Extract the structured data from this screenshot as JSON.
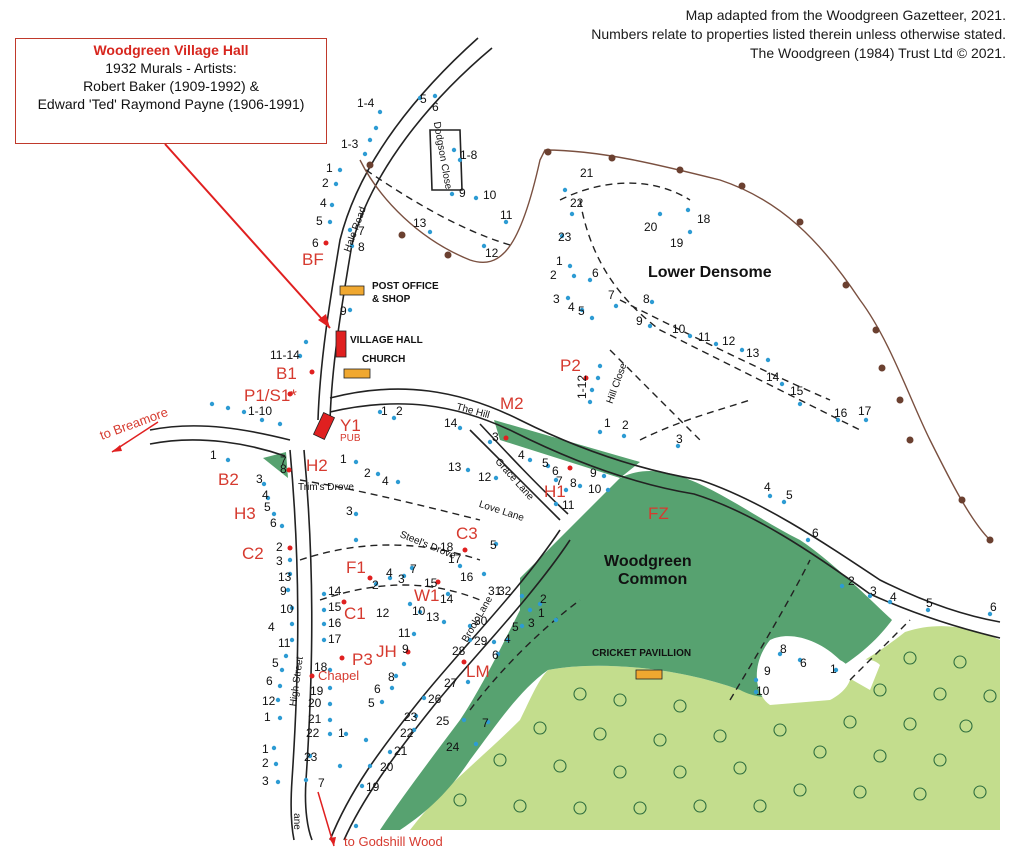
{
  "credit": {
    "line1": "Map adapted from the Woodgreen Gazetteer, 2021.",
    "line2": "Numbers relate to properties listed therein unless otherwise stated.",
    "line3": "The Woodgreen (1984) Trust Ltd © 2021."
  },
  "callout": {
    "title": "Woodgreen Village Hall",
    "line1": "1932 Murals -   Artists:",
    "line2": "Robert Baker (1909-1992) &",
    "line3": "Edward 'Ted' Raymond Payne (1906-1991)"
  },
  "areas": {
    "lower_densome": "Lower Densome",
    "common_line1": "Woodgreen",
    "common_line2": "Common"
  },
  "buildings": {
    "post_office": "POST OFFICE",
    "post_office2": "& SHOP",
    "village_hall": "VILLAGE HALL",
    "church": "CHURCH",
    "pub": "PUB",
    "cricket": "CRICKET PAVILLION",
    "chapel": "Chapel"
  },
  "roads": {
    "hale_road": "Hale Road",
    "dodgson_close": "Dodgson Close",
    "hill_close": "Hill Close",
    "the_hill": "The Hill",
    "grace_lane": "Grace Lane",
    "trims_drove": "Trim's Drove",
    "love_lane": "Love Lane",
    "steels_drove": "Steel's Drove",
    "brook_lane": "Brook Lane",
    "high_street": "High Street",
    "lane": "ane"
  },
  "directions": {
    "breamore": "to Breamore",
    "godshill": "to Godshill Wood"
  },
  "colors": {
    "common": "#57a270",
    "forest": "#c3dd8d",
    "accent": "#d63a2f",
    "dot": "#2d9bd3",
    "building": "#f0a830",
    "hall": "#e02020"
  },
  "codes": [
    "BF",
    "B1",
    "P1/S1*",
    "M2",
    "Y1",
    "H2",
    "B2",
    "H3",
    "C2",
    "P2",
    "H1",
    "FZ",
    "C3",
    "F1",
    "W1",
    "C1",
    "P3",
    "JH",
    "LM"
  ],
  "numbers": [
    "1-4",
    "5",
    "6",
    "1-3",
    "1",
    "2",
    "4",
    "5",
    "6",
    "7",
    "8",
    "9",
    "1-8",
    "9",
    "10",
    "11",
    "13",
    "12",
    "21",
    "22",
    "23",
    "20",
    "19",
    "18",
    "1",
    "2",
    "6",
    "3",
    "5",
    "4",
    "7",
    "8",
    "9",
    "10",
    "11",
    "12",
    "13",
    "14",
    "15",
    "16",
    "17",
    "1-12",
    "1",
    "2",
    "3",
    "11-14",
    "1-10",
    "1",
    "2",
    "14",
    "3",
    "13",
    "12",
    "4",
    "5",
    "6",
    "7",
    "8",
    "9",
    "10",
    "11",
    "1",
    "2",
    "3",
    "4",
    "4",
    "5",
    "6",
    "2",
    "3",
    "4",
    "5",
    "6",
    "1",
    "3",
    "4",
    "5",
    "6",
    "7",
    "8",
    "9",
    "10",
    "11",
    "12",
    "1",
    "2",
    "3",
    "13",
    "14",
    "15",
    "16",
    "17",
    "18",
    "19",
    "20",
    "21",
    "22",
    "23",
    "1",
    "2",
    "3",
    "4",
    "5",
    "6",
    "7",
    "5",
    "18",
    "17",
    "16",
    "15",
    "14",
    "13",
    "12",
    "10",
    "11",
    "9",
    "8",
    "7",
    "6",
    "5",
    "4",
    "3",
    "2",
    "1",
    "31",
    "32",
    "30",
    "29",
    "28",
    "27",
    "26",
    "25",
    "24",
    "23",
    "22",
    "21",
    "20",
    "19",
    "1",
    "2",
    "3",
    "4",
    "5",
    "6",
    "7",
    "8",
    "9",
    "10",
    "1",
    "6"
  ]
}
